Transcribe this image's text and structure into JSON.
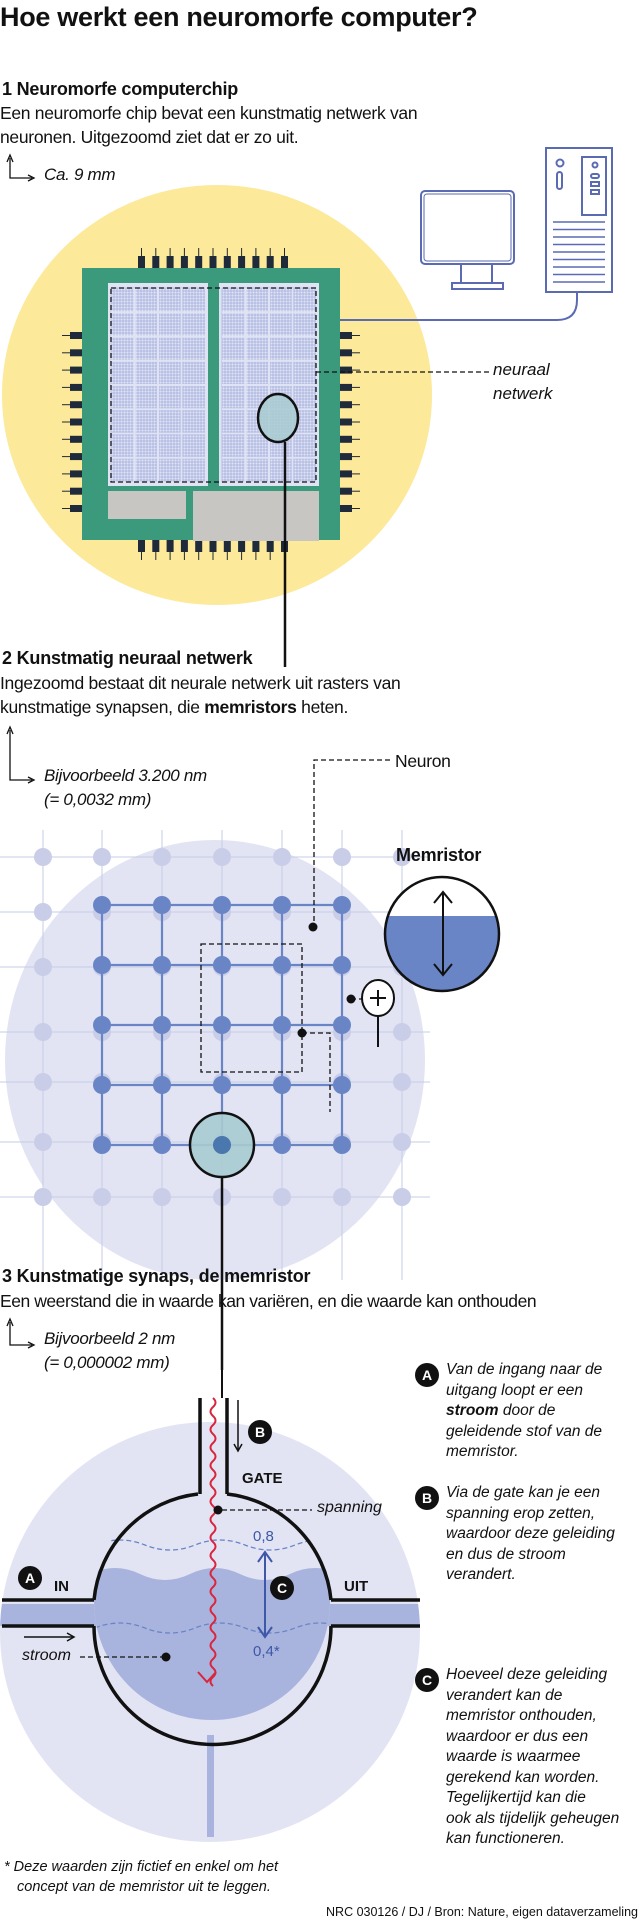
{
  "title": "Hoe werkt een neuromorfe computer?",
  "section1": {
    "heading": "1 Neuromorfe computerchip",
    "text_line1": "Een neuromorfe chip bevat een kunstmatig netwerk van",
    "text_line2": "neuronen. Uitgezoomd ziet dat er zo uit.",
    "scale": "Ca. 9 mm",
    "label_line1": "neuraal",
    "label_line2": "netwerk"
  },
  "section2": {
    "heading": "2 Kunstmatig neuraal netwerk",
    "text_line1": "Ingezoomd bestaat dit neurale netwerk uit rasters van",
    "text_line2_pre": "kunstmatige synapsen, die ",
    "text_line2_bold": "memristors",
    "text_line2_post": " heten.",
    "scale_line1": "Bijvoorbeeld 3.200 nm",
    "scale_line2": "(= 0,0032 mm)",
    "neuron_label": "Neuron",
    "memristor_label": "Memristor"
  },
  "section3": {
    "heading": "3 Kunstmatige synaps, de memristor",
    "text": "Een weerstand die in waarde kan variëren, en die waarde kan onthouden",
    "scale_line1": "Bijvoorbeeld 2 nm",
    "scale_line2": "(= 0,000002 mm)",
    "labels": {
      "gate": "GATE",
      "in": "IN",
      "uit": "UIT",
      "spanning": "spanning",
      "stroom": "stroom",
      "value_high": "0,8",
      "value_low": "0,4*"
    },
    "notes": [
      {
        "badge": "A",
        "lines": [
          "Van de ingang naar de",
          "uitgang loopt er een",
          "|stroom| door de",
          "geleidende stof van de",
          "memristor."
        ]
      },
      {
        "badge": "B",
        "lines": [
          "Via de gate kan je een",
          "spanning erop zetten,",
          "waardoor deze geleiding",
          "en dus de stroom",
          "verandert."
        ]
      },
      {
        "badge": "C",
        "lines": [
          "Hoeveel deze geleiding",
          "verandert kan de",
          "memristor onthouden,",
          "waardoor er dus een",
          "waarde is waarmee",
          "gerekend kan worden.",
          "Tegelijkertijd kan die",
          "ook als tijdelijk geheugen",
          "kan functioneren."
        ]
      }
    ]
  },
  "footnote_line1": "*  Deze waarden zijn fictief en enkel om het",
  "footnote_line2": "concept van de memristor uit te leggen.",
  "credit": "NRC 030126 / DJ / Bron: Nature, eigen dataverzameling",
  "colors": {
    "yellow": "#fce99a",
    "chip_green": "#3b9a7c",
    "grid_blue": "#6a85c6",
    "lavender": "#e2e4f3",
    "liquid": "#a9b4de",
    "teal_lens": "#a8cbd1",
    "wave_red": "#d9263f",
    "badge_black": "#111111"
  }
}
